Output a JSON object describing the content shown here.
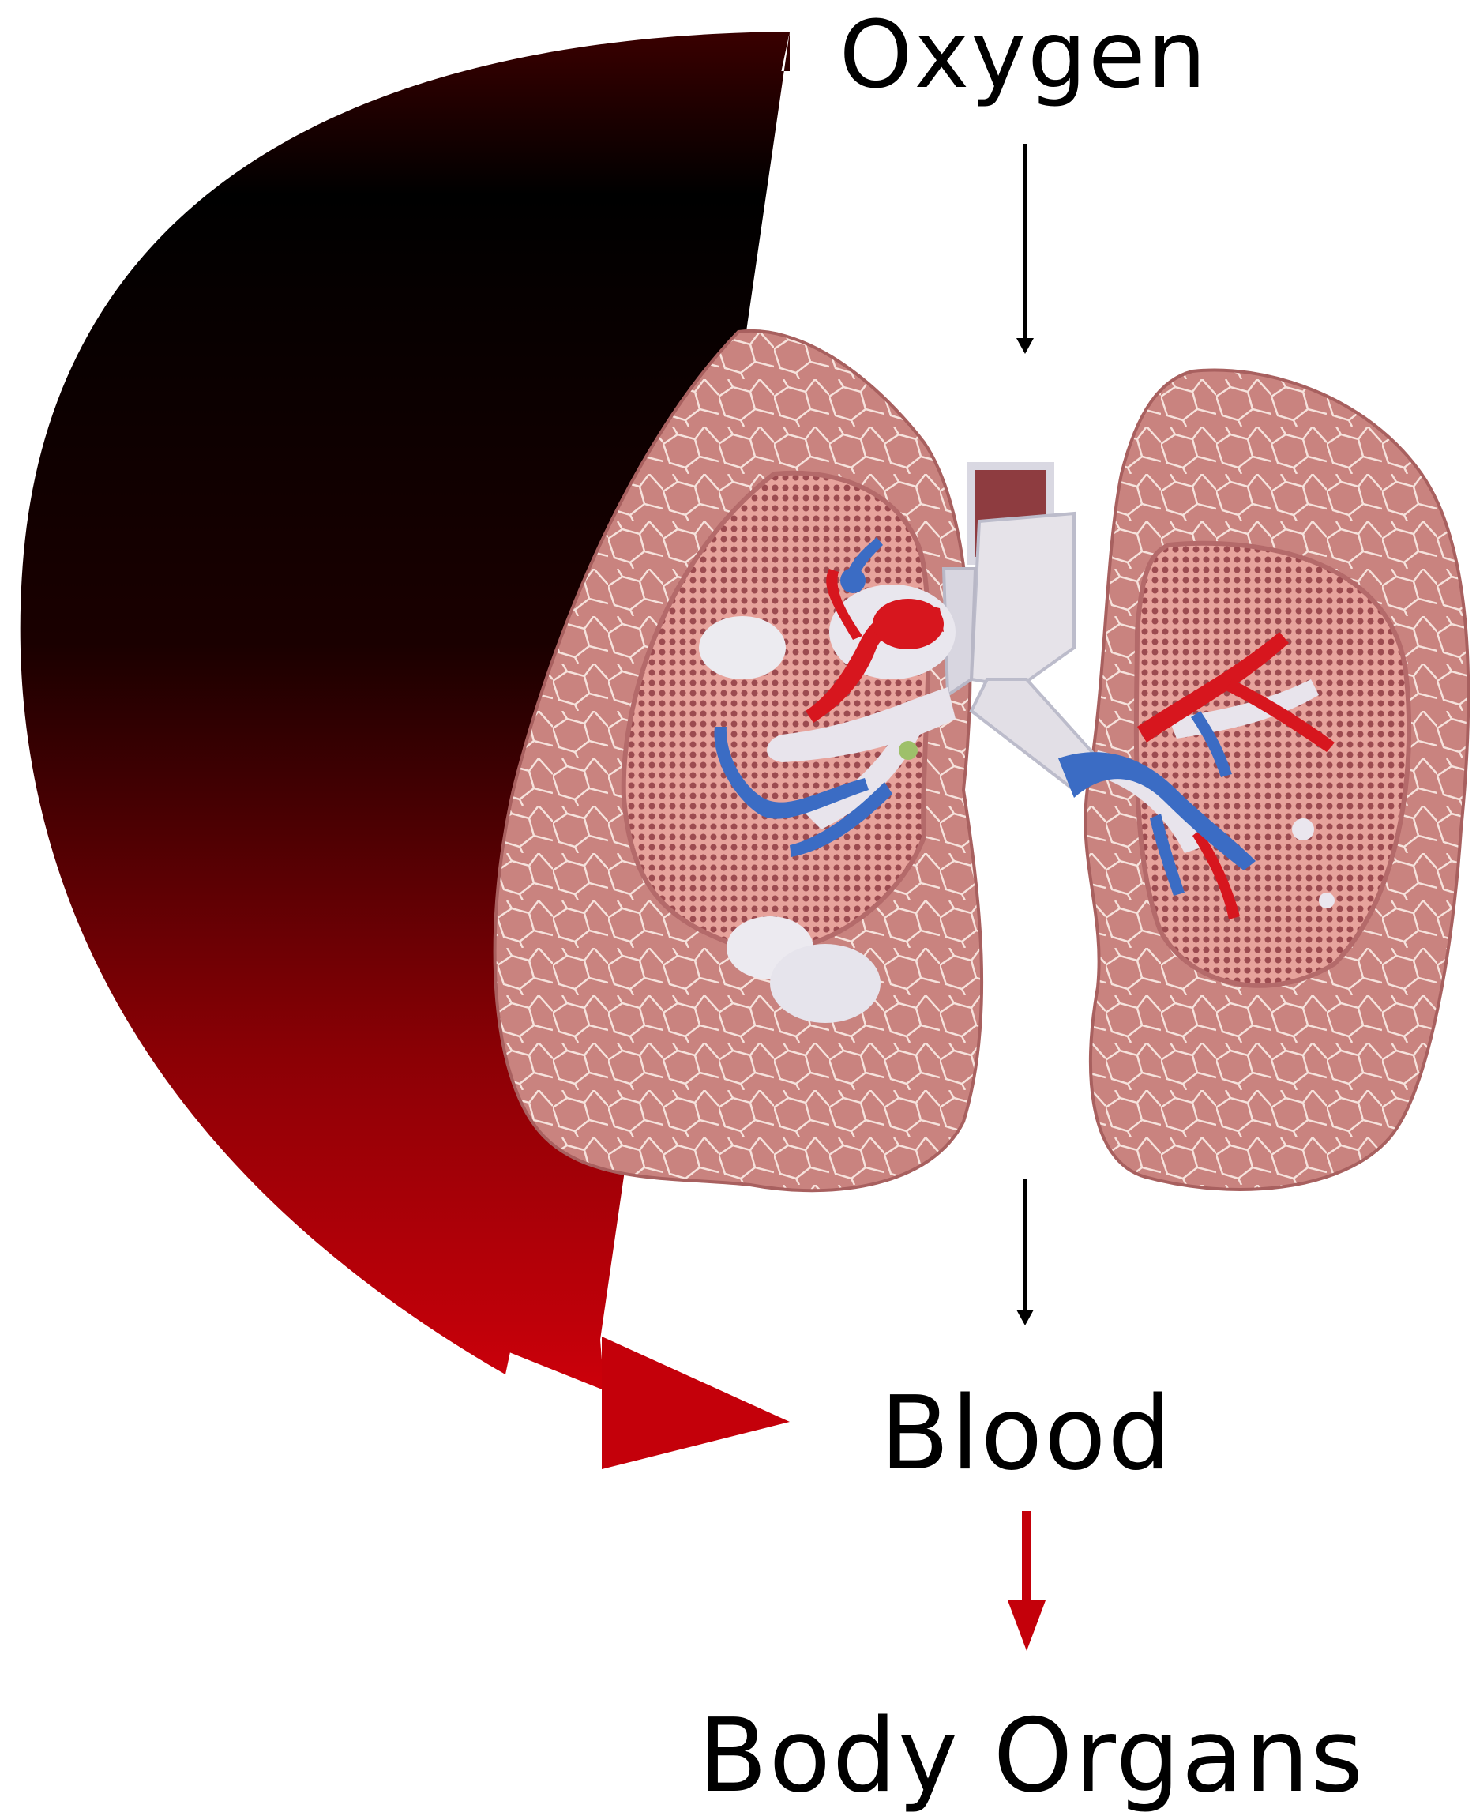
{
  "diagram": {
    "nodes": {
      "oxygen": "Oxygen",
      "blood": "Blood",
      "body_organs": "Body Organs"
    },
    "illustration": "lungs-model",
    "colors": {
      "text": "#000000",
      "arrow_dark": "#2a0000",
      "arrow_red": "#c4000a",
      "lung_tissue": "#c9837f",
      "lung_lines": "#f3dcd5",
      "alveoli": "#a9575a",
      "trachea": "#d9d8e2",
      "artery": "#d7161e",
      "vein": "#3b6cc4"
    },
    "flow": [
      {
        "from": "oxygen",
        "to": "lungs"
      },
      {
        "from": "lungs",
        "to": "blood"
      },
      {
        "from": "oxygen",
        "to": "blood"
      },
      {
        "from": "blood",
        "to": "body_organs"
      }
    ]
  }
}
